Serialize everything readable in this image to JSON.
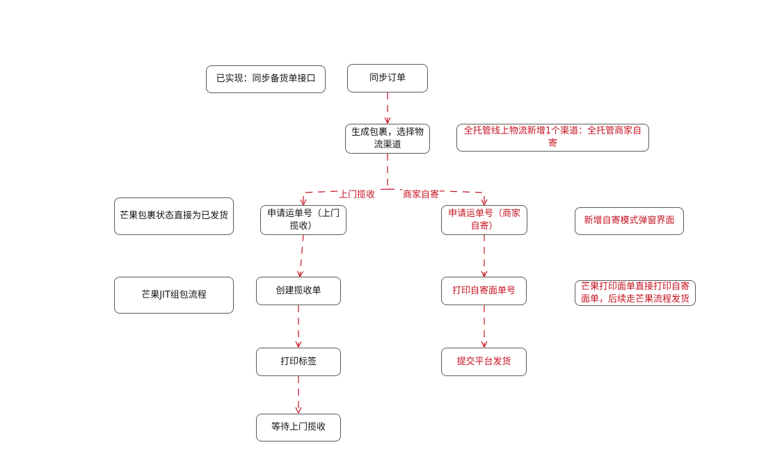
{
  "colors": {
    "accent": "#c4121f",
    "border": "#5a5a5a",
    "text": "#111111"
  },
  "nodes": {
    "implemented": "已实现：同步备货单接口",
    "sync_order": "同步订单",
    "generate_package": "生成包裹，选择物流渠道",
    "new_channel_note": "全托管线上物流新增1个渠道：全托管商家自寄",
    "package_shipped_note": "芒果包裹状态直接为已发货",
    "apply_pickup": "申请运单号（上门揽收）",
    "apply_self": "申请运单号（商家自寄）",
    "self_popup_note": "新增自寄模式弹窗界面",
    "jit_note": "芒果JIT组包流程",
    "create_pickup": "创建揽收单",
    "print_self_label": "打印自寄面单号",
    "print_direct_note": "芒果打印面单直接打印自寄面单，后续走芒果流程发货",
    "print_label": "打印标签",
    "submit_ship": "提交平台发货",
    "wait_pickup": "等待上门揽收"
  },
  "edge_labels": {
    "pickup": "上门揽收",
    "self_send": "商家自寄"
  }
}
